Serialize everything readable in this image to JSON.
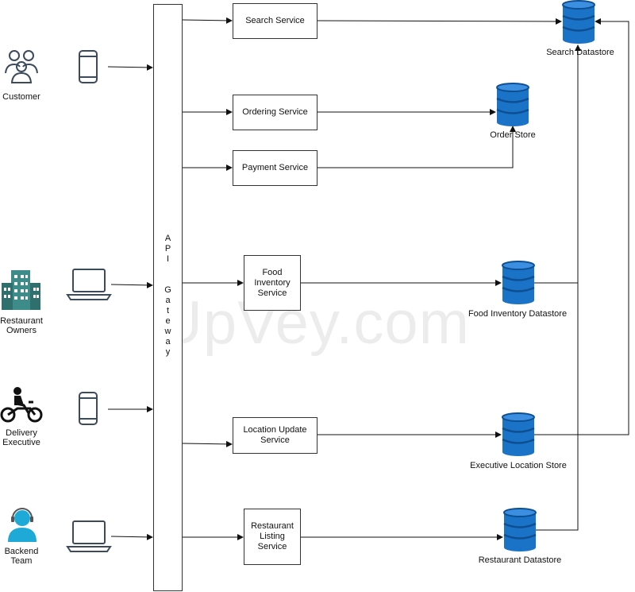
{
  "actors": {
    "customer": "Customer",
    "restaurant_owners": "Restaurant Owners",
    "delivery_executive": "Delivery Executive",
    "backend_team": "Backend Team"
  },
  "gateway": {
    "label": "API Gateway"
  },
  "services": {
    "search": "Search Service",
    "ordering": "Ordering Service",
    "payment": "Payment Service",
    "food_inventory": "Food Inventory Service",
    "location_update": "Location Update Service",
    "restaurant_listing": "Restaurant Listing Service"
  },
  "stores": {
    "search": "Search Datastore",
    "order": "Order Store",
    "food_inventory": "Food Inventory Datastore",
    "executive_location": "Executive Location Store",
    "restaurant": "Restaurant Datastore"
  },
  "watermark": "UpVey.com",
  "colors": {
    "db_blue": "#1a73c7",
    "db_dark": "#0d4f91",
    "actor_cyan": "#1fa9d6",
    "device_gray": "#3c4a5c"
  }
}
